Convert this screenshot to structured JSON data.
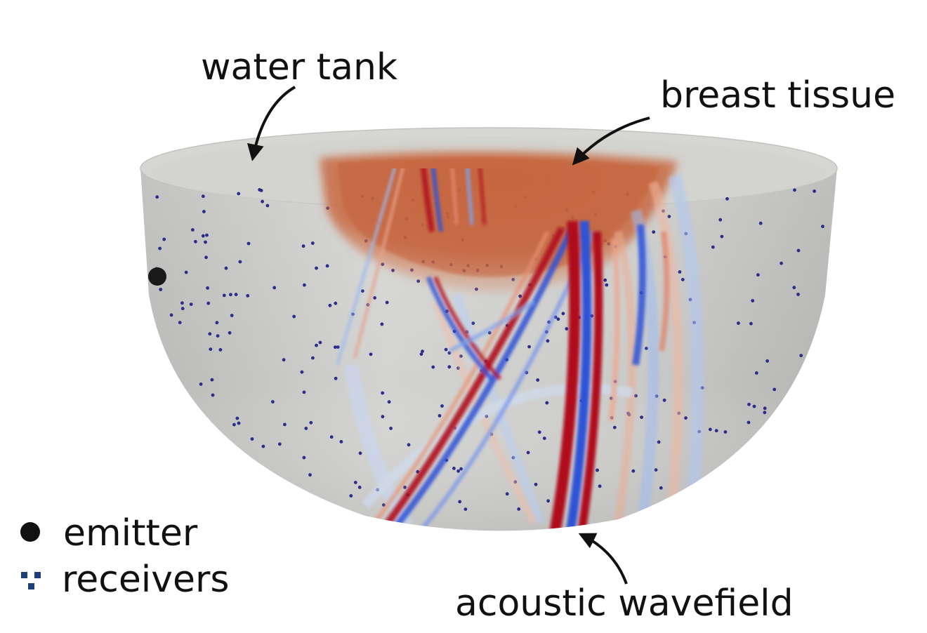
{
  "labels": {
    "water_tank": "water tank",
    "breast_tissue": "breast tissue",
    "acoustic_wavefield": "acoustic wavefield"
  },
  "legend": {
    "emitter": "emitter",
    "receivers": "receivers"
  },
  "colors": {
    "tank": "#c8c8c6",
    "tissue": "#c8643a",
    "wave_red": "#b0101e",
    "wave_blue": "#2f52d6",
    "receiver": "#2c2c8a",
    "emitter": "#1a1a1a"
  },
  "icons": {
    "emitter": "filled-circle",
    "receivers": "dot-cluster"
  }
}
